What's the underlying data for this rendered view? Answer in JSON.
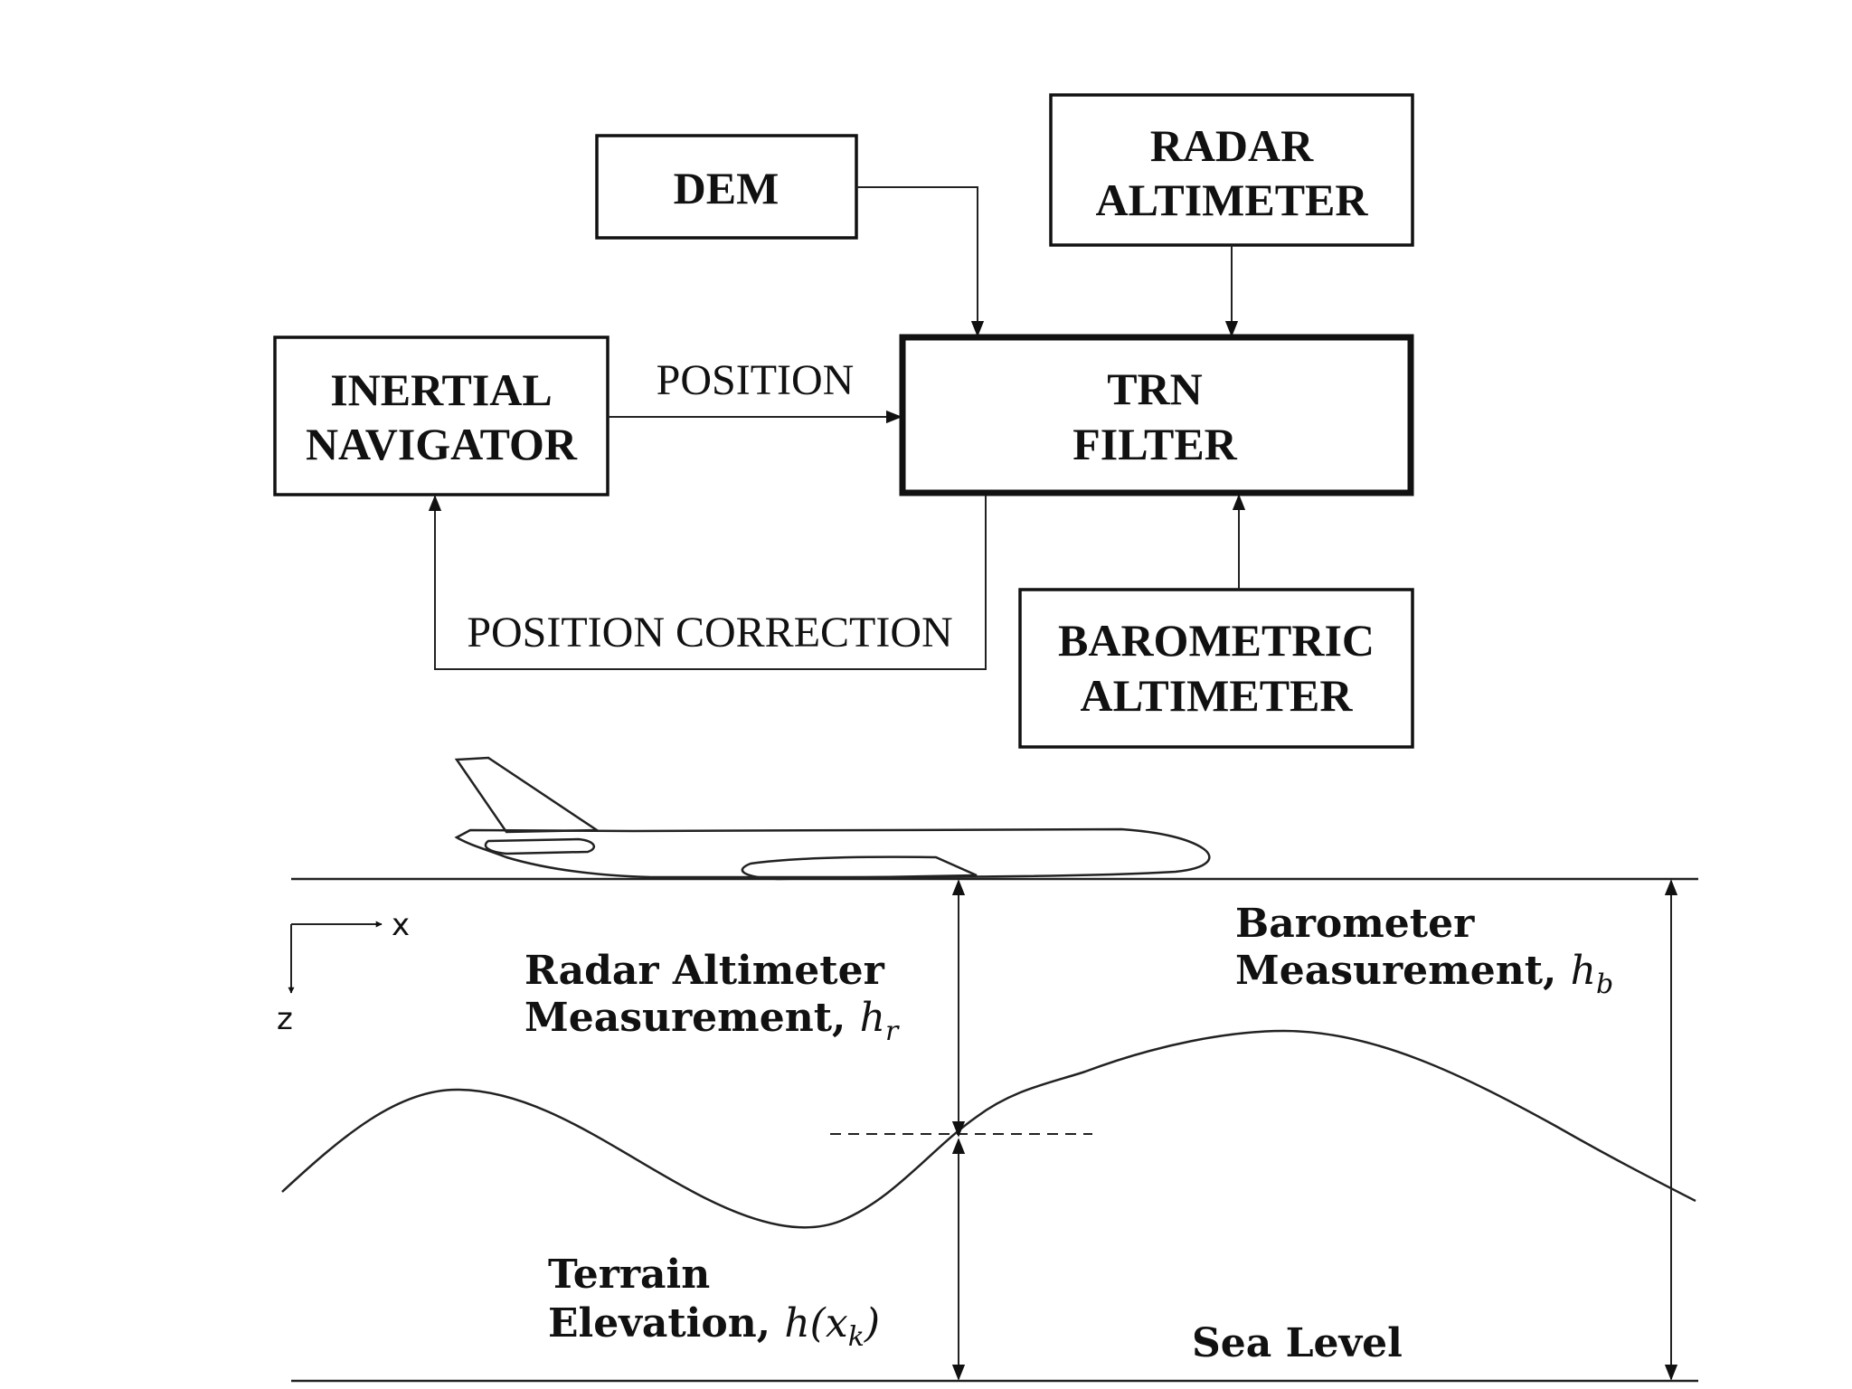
{
  "blocks": {
    "dem": {
      "line1": "DEM"
    },
    "radar_altimeter": {
      "line1": "RADAR",
      "line2": "ALTIMETER"
    },
    "inertial_navigator": {
      "line1": "INERTIAL",
      "line2": "NAVIGATOR"
    },
    "trn_filter": {
      "line1": "TRN",
      "line2": "FILTER"
    },
    "barometric_altimeter": {
      "line1": "BAROMETRIC",
      "line2": "ALTIMETER"
    }
  },
  "flows": {
    "position": "POSITION",
    "position_correction": "POSITION CORRECTION"
  },
  "axes": {
    "x": "x",
    "z": "z"
  },
  "measurements": {
    "radar": {
      "line1": "Radar Altimeter",
      "line2": "Measurement, ",
      "symbol": "h",
      "subscript": "r"
    },
    "barometer": {
      "line1": "Barometer",
      "line2": "Measurement, ",
      "symbol": "h",
      "subscript": "b"
    },
    "terrain": {
      "line1": "Terrain",
      "line2": "Elevation, ",
      "symbol_open": "h(",
      "symbol_var": "x",
      "subscript": "k",
      "symbol_close": ")"
    },
    "sea_level": "Sea Level"
  }
}
